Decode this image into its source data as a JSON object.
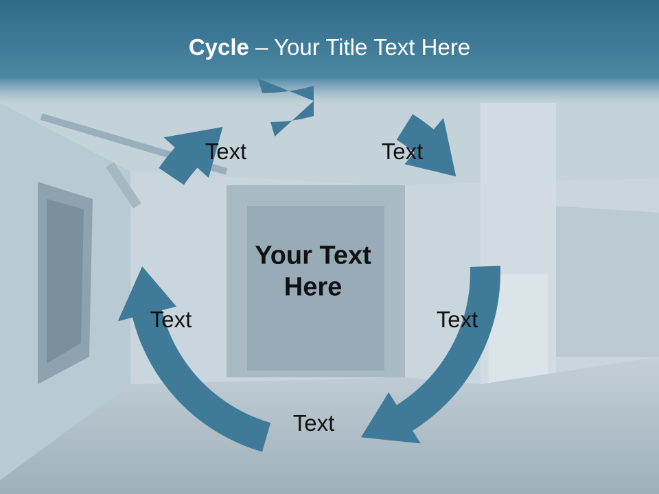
{
  "title": {
    "bold": "Cycle",
    "rest": " – Your Title Text Here"
  },
  "center": {
    "line1": "Your Text",
    "line2": "Here"
  },
  "cycle": {
    "items": [
      "Text",
      "Text",
      "Text",
      "Text",
      "Text"
    ]
  },
  "colors": {
    "header_band": "#3f7d9c",
    "arrow": "#3f7a98",
    "background": "#c8d6de",
    "text": "#111111"
  }
}
